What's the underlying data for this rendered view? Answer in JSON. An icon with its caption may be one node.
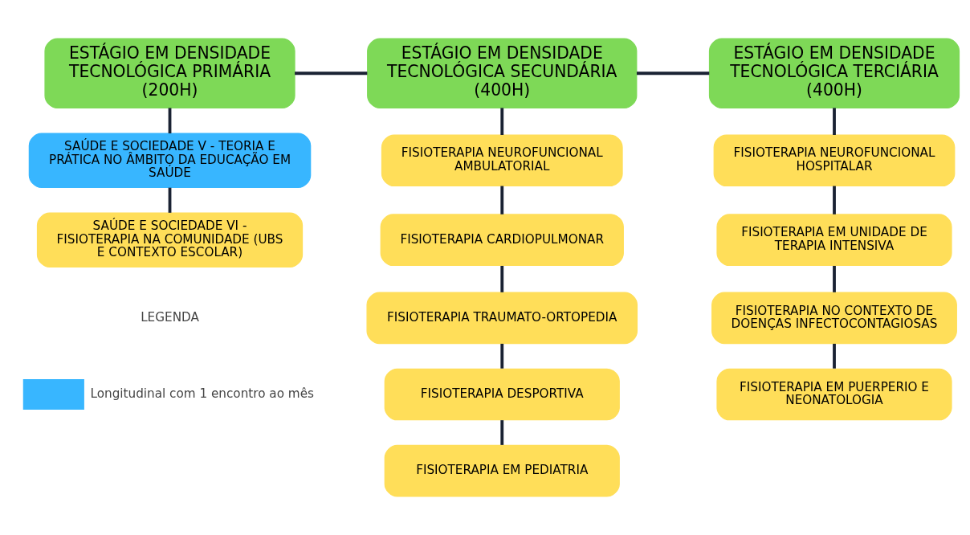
{
  "diagram": {
    "nodes": [
      {
        "text": [
          "ESTÁGIO EM DENSIDADE TECNOLÓGICA PRIMÁRIA (200H)"
        ]
      },
      {
        "text": [
          "ESTÁGIO EM DENSIDADE TECNOLÓGICA SECUNDÁRIA (400H)"
        ]
      },
      {
        "text": [
          "ESTÁGIO EM DENSIDADE TECNOLÓGICA TERCIÁRIA (400H)"
        ]
      },
      {
        "text": [
          "SAÚDE E SOCIEDADE V - TEORIA E PRÁTICA NO ÂMBITO DA EDUCAÇÃO EM SAÚDE"
        ]
      },
      {
        "text": [
          "SAÚDE E SOCIEDADE VI - FISIOTERAPIA NA COMUNIDADE (UBS E CONTEXTO ESCOLAR)"
        ]
      },
      {
        "text": [
          "FISIOTERAPIA NEUROFUNCIONAL AMBULATORIAL"
        ]
      },
      {
        "text": [
          "FISIOTERAPIA CARDIOPULMONAR"
        ]
      },
      {
        "text": [
          "FISIOTERAPIA TRAUMATO-ORTOPEDIA"
        ]
      },
      {
        "text": [
          "FISIOTERAPIA DESPORTIVA"
        ]
      },
      {
        "text": [
          "FISIOTERAPIA EM PEDIATRIA"
        ]
      },
      {
        "text": [
          "FISIOTERAPIA NEUROFUNCIONAL HOSPITALAR"
        ]
      },
      {
        "text": [
          "FISIOTERAPIA EM UNIDADE DE TERAPIA INTENSIVA"
        ]
      },
      {
        "text": [
          "FISIOTERAPIA NO CONTEXTO DE DOENÇAS INFECTOCONTAGIOSAS"
        ]
      },
      {
        "text": [
          "FISIOTERAPIA EM PUERPERIO E NEONATOLOGIA"
        ]
      }
    ],
    "edges": [
      {
        "from": 0,
        "to": 1,
        "arrow": "none"
      },
      {
        "from": 1,
        "to": 2,
        "arrow": "none"
      },
      {
        "from": 0,
        "to": 3,
        "arrow": "none"
      },
      {
        "from": 3,
        "to": 4,
        "arrow": "none"
      },
      {
        "from": 1,
        "to": 5,
        "arrow": "none"
      },
      {
        "from": 5,
        "to": 6,
        "arrow": "none"
      },
      {
        "from": 6,
        "to": 7,
        "arrow": "none"
      },
      {
        "from": 7,
        "to": 8,
        "arrow": "none"
      },
      {
        "from": 8,
        "to": 9,
        "arrow": "none"
      },
      {
        "from": 2,
        "to": 10,
        "arrow": "none"
      },
      {
        "from": 10,
        "to": 11,
        "arrow": "none"
      },
      {
        "from": 11,
        "to": 12,
        "arrow": "none"
      },
      {
        "from": 12,
        "to": 13,
        "arrow": "none"
      }
    ],
    "labels": [
      "LEGENDA"
    ],
    "legend": [
      {
        "text": "Longitudinal com 1 encontro ao mês",
        "color": "#38b6ff"
      }
    ]
  }
}
